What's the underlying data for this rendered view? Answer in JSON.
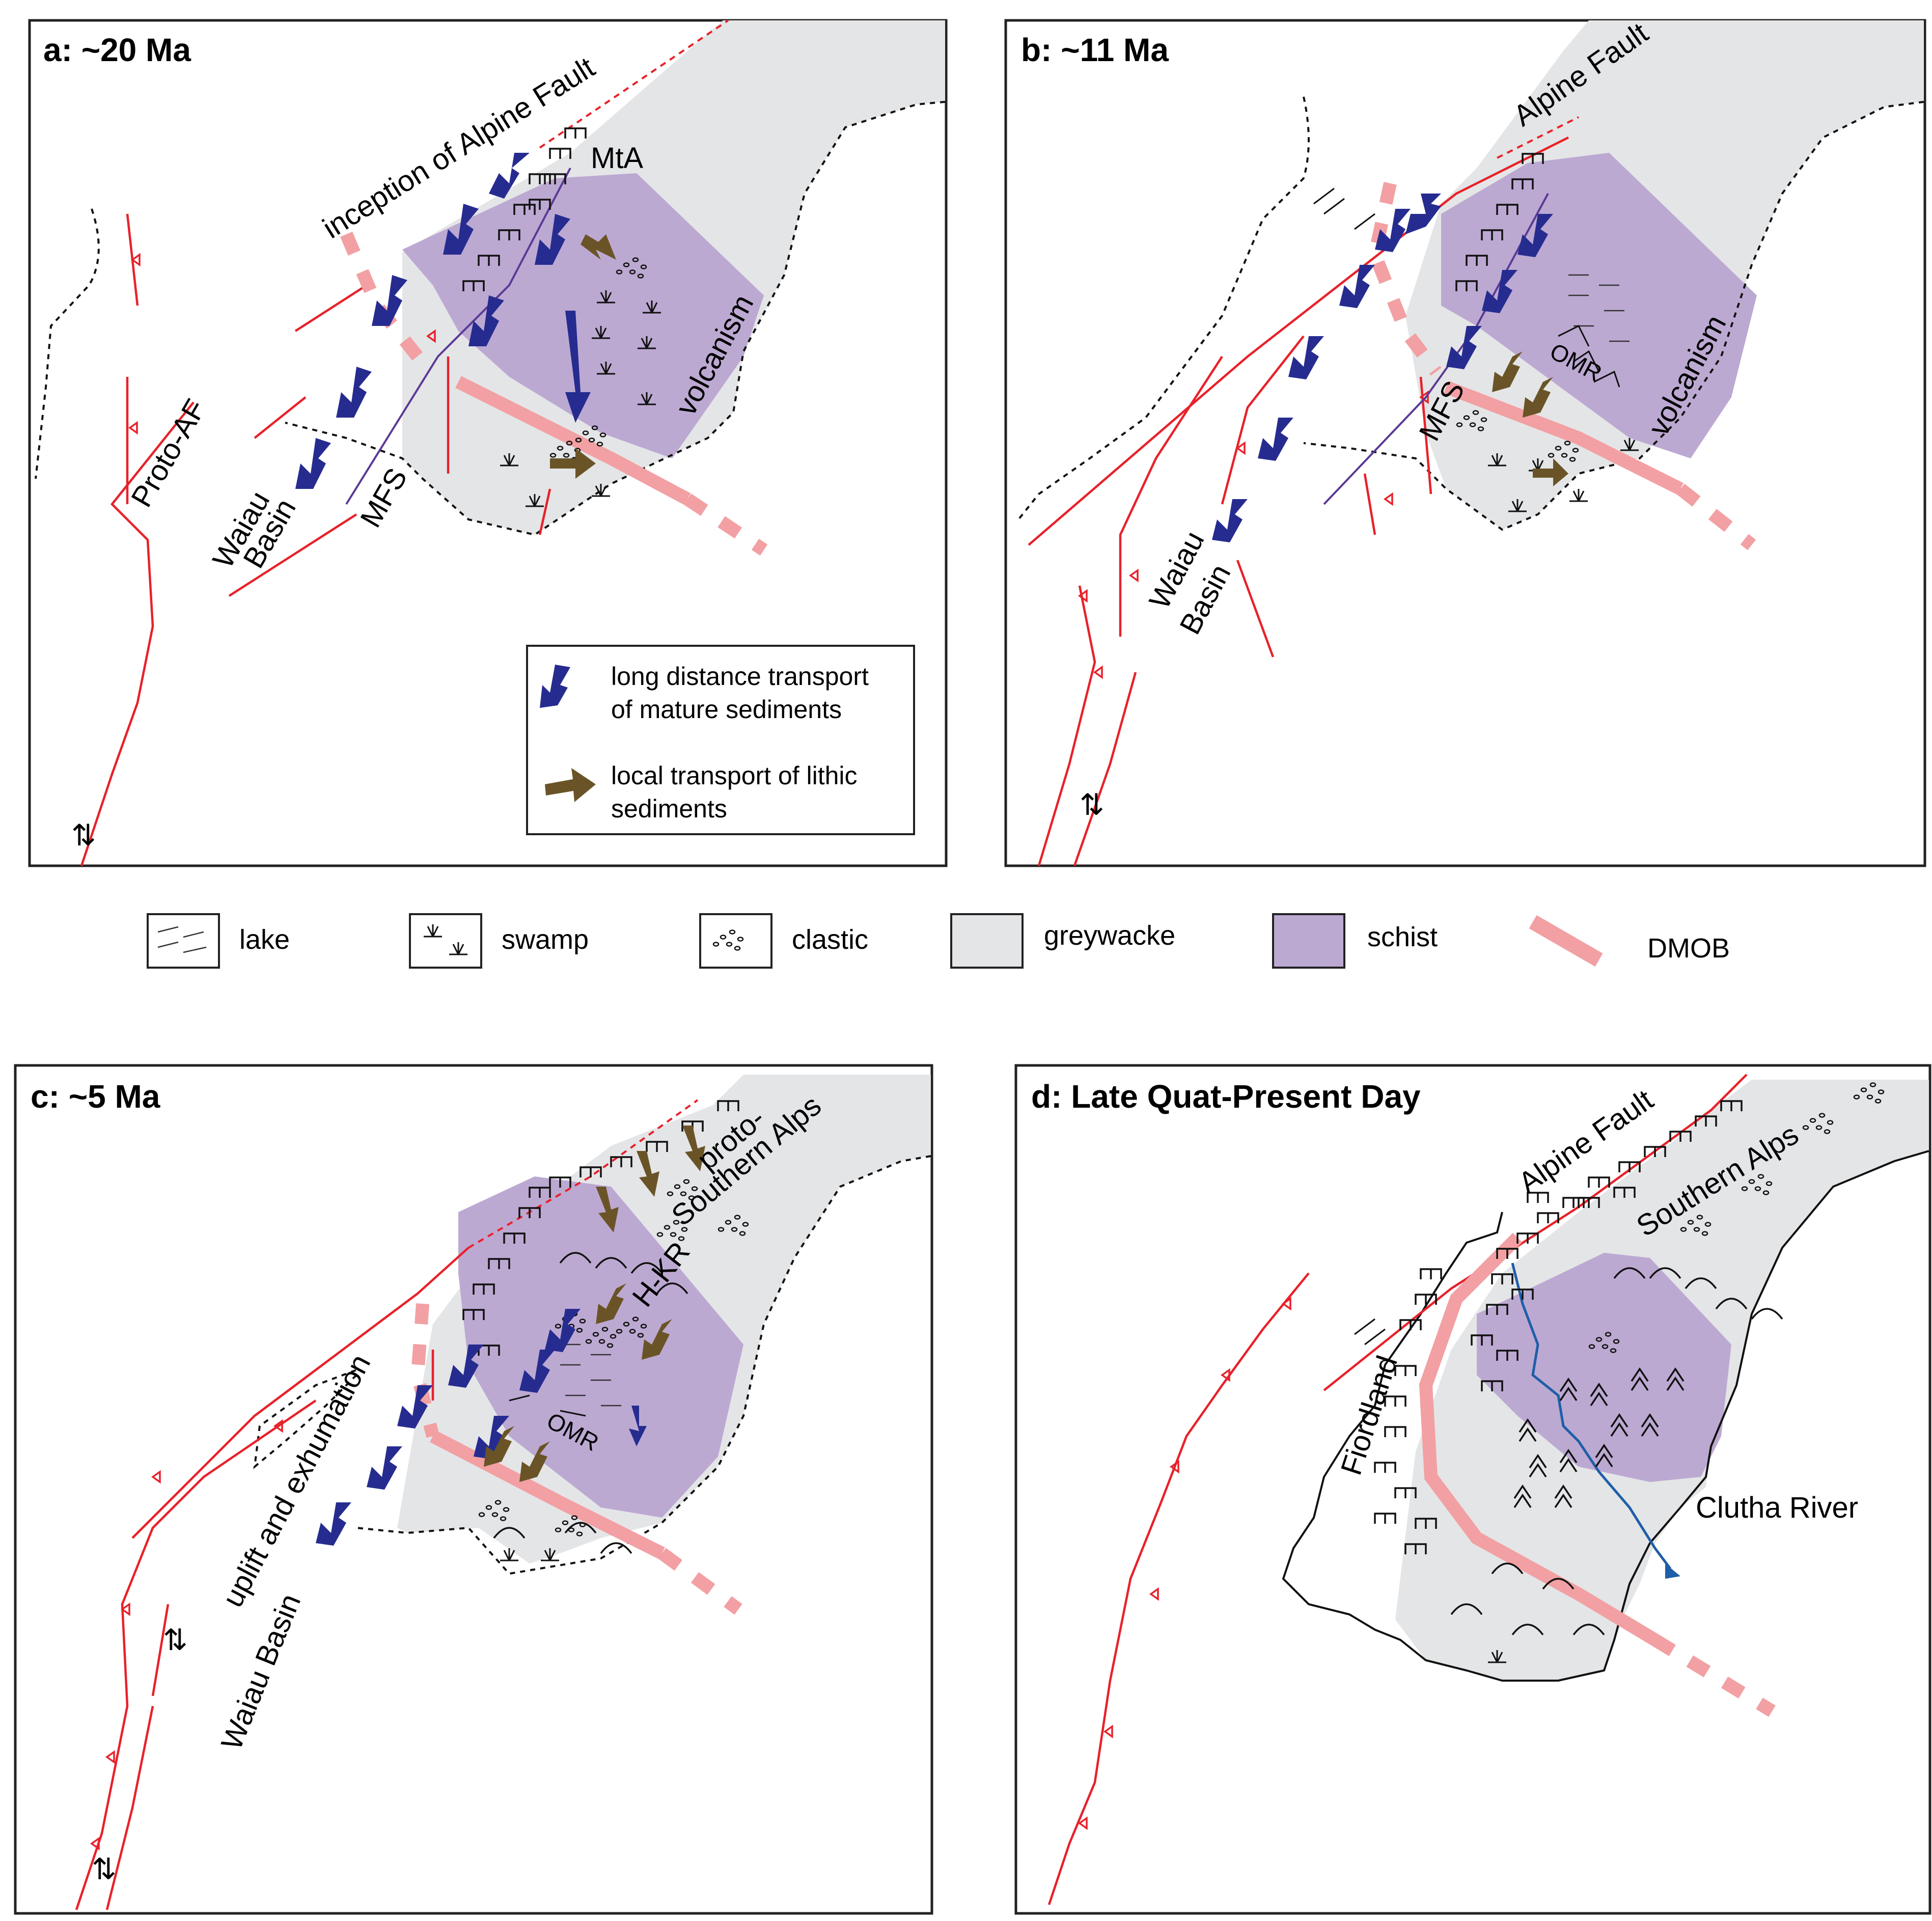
{
  "panels": [
    {
      "id": "a",
      "title": "a: ~20 Ma",
      "labels": {
        "inception": "inception of Alpine Fault",
        "mta": "MtA",
        "proto_af": "Proto-AF",
        "waiau": "Waiau",
        "basin": "Basin",
        "mfs": "MFS",
        "volcanism": "volcanism"
      }
    },
    {
      "id": "b",
      "title": "b: ~11 Ma",
      "labels": {
        "alpine_fault": "Alpine Fault",
        "omr": "OMR",
        "mfs": "MFS",
        "volcanism": "volcanism",
        "waiau": "Waiau",
        "basin": "Basin"
      }
    },
    {
      "id": "c",
      "title": "c: ~5 Ma",
      "labels": {
        "proto": "proto-",
        "southern_alps": "Southern Alps",
        "hkr": "H-KR",
        "omr": "OMR",
        "uplift": "uplift and exhumation",
        "waiau_basin": "Waiau Basin"
      }
    },
    {
      "id": "d",
      "title": "d: Late Quat-Present Day",
      "labels": {
        "alpine_fault": "Alpine Fault",
        "southern_alps": "Southern Alps",
        "fiordland": "Fiordland",
        "clutha": "Clutha River"
      }
    }
  ],
  "transport_key": [
    {
      "symbol": "blue-arrow",
      "line1": "long distance transport",
      "line2": "of mature sediments",
      "color": "#262c8f"
    },
    {
      "symbol": "brown-arrow",
      "line1": "local transport of lithic",
      "line2": "sediments",
      "color": "#6a5427"
    }
  ],
  "legend": [
    {
      "key": "lake",
      "label": "lake"
    },
    {
      "key": "swamp",
      "label": "swamp"
    },
    {
      "key": "clastic",
      "label": "clastic"
    },
    {
      "key": "greywacke",
      "label": "greywacke",
      "color": "#e4e5e7"
    },
    {
      "key": "schist",
      "label": "schist",
      "color": "#bca9d2"
    },
    {
      "key": "dmob",
      "label": "DMOB",
      "color": "#f2a0a3"
    }
  ],
  "colors": {
    "fault": "#e8212a",
    "mfs": "#5b3a96",
    "river": "#1f5ea8"
  }
}
